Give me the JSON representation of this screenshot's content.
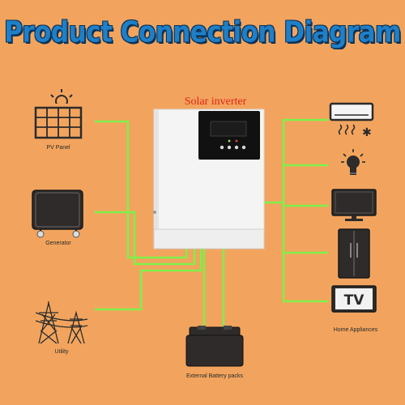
{
  "title": "Product Connection Diagram",
  "inverter": {
    "label": "Solar inverter"
  },
  "sources": {
    "pv_panel": "PV Panel",
    "generator": "Generator",
    "utility": "Utility"
  },
  "battery": {
    "label": "External Battery packs"
  },
  "loads": {
    "label": "Home Appliances",
    "tv_text": "TV"
  },
  "colors": {
    "background": "#f2a45e",
    "wire": "#7ef04a",
    "title": "#1f7fc7",
    "inverter_label": "#e0251b"
  }
}
